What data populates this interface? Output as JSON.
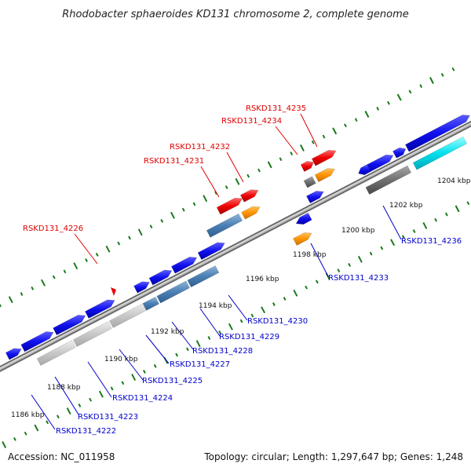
{
  "title": "Rhodobacter sphaeroides KD131 chromosome 2, complete genome",
  "footer": {
    "accession": "Accession: NC_011958",
    "summary": "Topology: circular; Length: 1,297,647 bp; Genes: 1,248"
  },
  "colors": {
    "forward_label": "#e00000",
    "reverse_label": "#0000cc",
    "tick": "#1a7a1a"
  },
  "kbp_markers": [
    "1186 kbp",
    "1188 kbp",
    "1190 kbp",
    "1192 kbp",
    "1194 kbp",
    "1196 kbp",
    "1198 kbp",
    "1200 kbp",
    "1202 kbp",
    "1204 kbp"
  ],
  "forward_labels": [
    "RSKD131_4226",
    "RSKD131_4231",
    "RSKD131_4232",
    "RSKD131_4234",
    "RSKD131_4235"
  ],
  "reverse_labels": [
    "RSKD131_4222",
    "RSKD131_4223",
    "RSKD131_4224",
    "RSKD131_4225",
    "RSKD131_4227",
    "RSKD131_4228",
    "RSKD131_4229",
    "RSKD131_4230",
    "RSKD131_4233",
    "RSKD131_4236"
  ]
}
